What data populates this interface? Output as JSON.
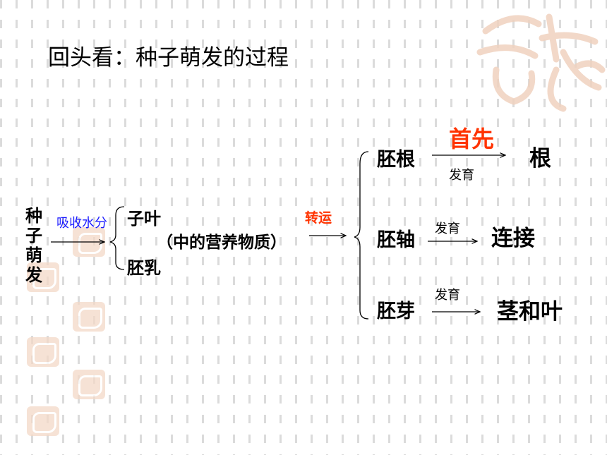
{
  "title": "回头看：种子萌发的过程",
  "seed_label": [
    "种",
    "子",
    "萌",
    "发"
  ],
  "absorb_label": "吸收水分",
  "cotyledon": "子叶",
  "nutrients": "（中的营养物质）",
  "endosperm": "胚乳",
  "transport_label": "转运",
  "branches": [
    {
      "source": "胚根",
      "arrow_label": "发育",
      "note": "首先",
      "target": "根"
    },
    {
      "source": "胚轴",
      "arrow_label": "发育",
      "target": "连接"
    },
    {
      "source": "胚芽",
      "arrow_label": "发育",
      "target": "茎和叶"
    }
  ],
  "colors": {
    "absorb": "#1a1aff",
    "accent": "#ff3300",
    "stamp": "#f3d9c8"
  }
}
